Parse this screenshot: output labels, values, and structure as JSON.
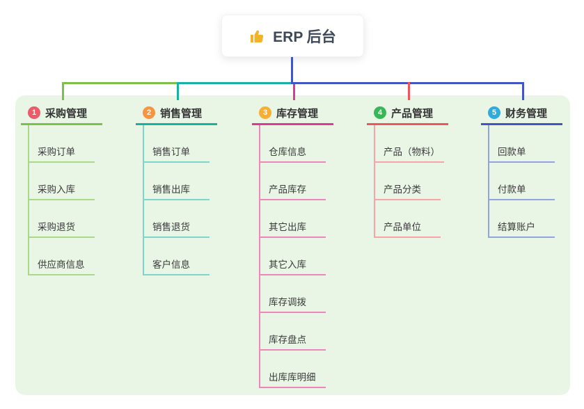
{
  "root": {
    "icon": "thumbs-up",
    "title": "ERP 后台"
  },
  "colors": {
    "panel_bg": "#e9f6e6",
    "stem": "#4255c4",
    "root_text": "#3c4757"
  },
  "branches": [
    {
      "number": "1",
      "title": "采购管理",
      "color_main": "#7cbf4a",
      "color_light": "#a9d985",
      "badge_color": "#ec5b68",
      "children": [
        "采购订单",
        "采购入库",
        "采购退货",
        "供应商信息"
      ]
    },
    {
      "number": "2",
      "title": "销售管理",
      "color_main": "#18b2a2",
      "color_light": "#7cd6cb",
      "badge_color": "#f8943f",
      "children": [
        "销售订单",
        "销售出库",
        "销售退货",
        "客户信息"
      ]
    },
    {
      "number": "3",
      "title": "库存管理",
      "color_main": "#dc3a95",
      "color_light": "#ef85bd",
      "badge_color": "#f9ad33",
      "children": [
        "仓库信息",
        "产品库存",
        "其它出库",
        "其它入库",
        "库存调拨",
        "库存盘点",
        "出库库明细"
      ]
    },
    {
      "number": "4",
      "title": "产品管理",
      "color_main": "#f2545e",
      "color_light": "#f8a3a6",
      "badge_color": "#38b757",
      "children": [
        "产品（物料）",
        "产品分类",
        "产品单位"
      ]
    },
    {
      "number": "5",
      "title": "财务管理",
      "color_main": "#4255c4",
      "color_light": "#92a4de",
      "badge_color": "#2fabde",
      "children": [
        "回款单",
        "付款单",
        "结算账户"
      ]
    }
  ]
}
